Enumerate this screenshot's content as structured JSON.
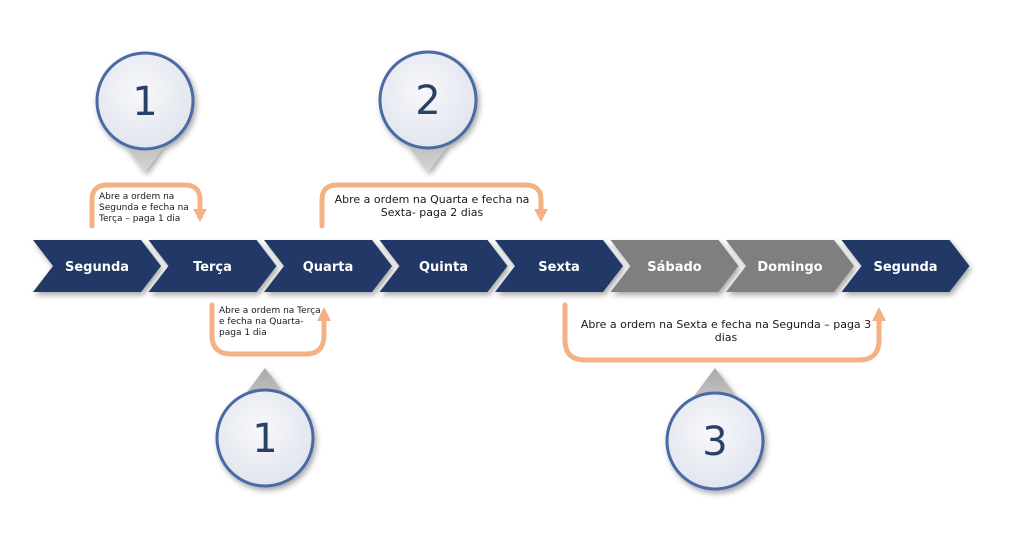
{
  "colors": {
    "weekday": "#213966",
    "weekend": "#7f7f7f",
    "arrow": "#f4b183",
    "marker_fill": "#e9ecf3",
    "marker_ring": "#4a6aa5",
    "marker_number": "#2b3f66"
  },
  "days": [
    {
      "label": "Segunda",
      "type": "weekday"
    },
    {
      "label": "Terça",
      "type": "weekday"
    },
    {
      "label": "Quarta",
      "type": "weekday"
    },
    {
      "label": "Quinta",
      "type": "weekday"
    },
    {
      "label": "Sexta",
      "type": "weekday"
    },
    {
      "label": "Sábado",
      "type": "weekend"
    },
    {
      "label": "Domingo",
      "type": "weekend"
    },
    {
      "label": "Segunda",
      "type": "weekday"
    }
  ],
  "markers": [
    {
      "number": "1",
      "pointer": "down"
    },
    {
      "number": "2",
      "pointer": "down"
    },
    {
      "number": "1",
      "pointer": "up"
    },
    {
      "number": "3",
      "pointer": "up"
    }
  ],
  "notes": {
    "segunda_terca": "Abre a ordem na Segunda e fecha na Terça – paga 1 dia",
    "terca_quarta": "Abre a ordem na Terça e fecha na Quarta- paga 1 dia",
    "quarta_sexta": "Abre a ordem na Quarta e fecha na Sexta- paga 2 dias",
    "sexta_segunda": "Abre a ordem na Sexta e fecha na Segunda – paga 3 dias"
  }
}
